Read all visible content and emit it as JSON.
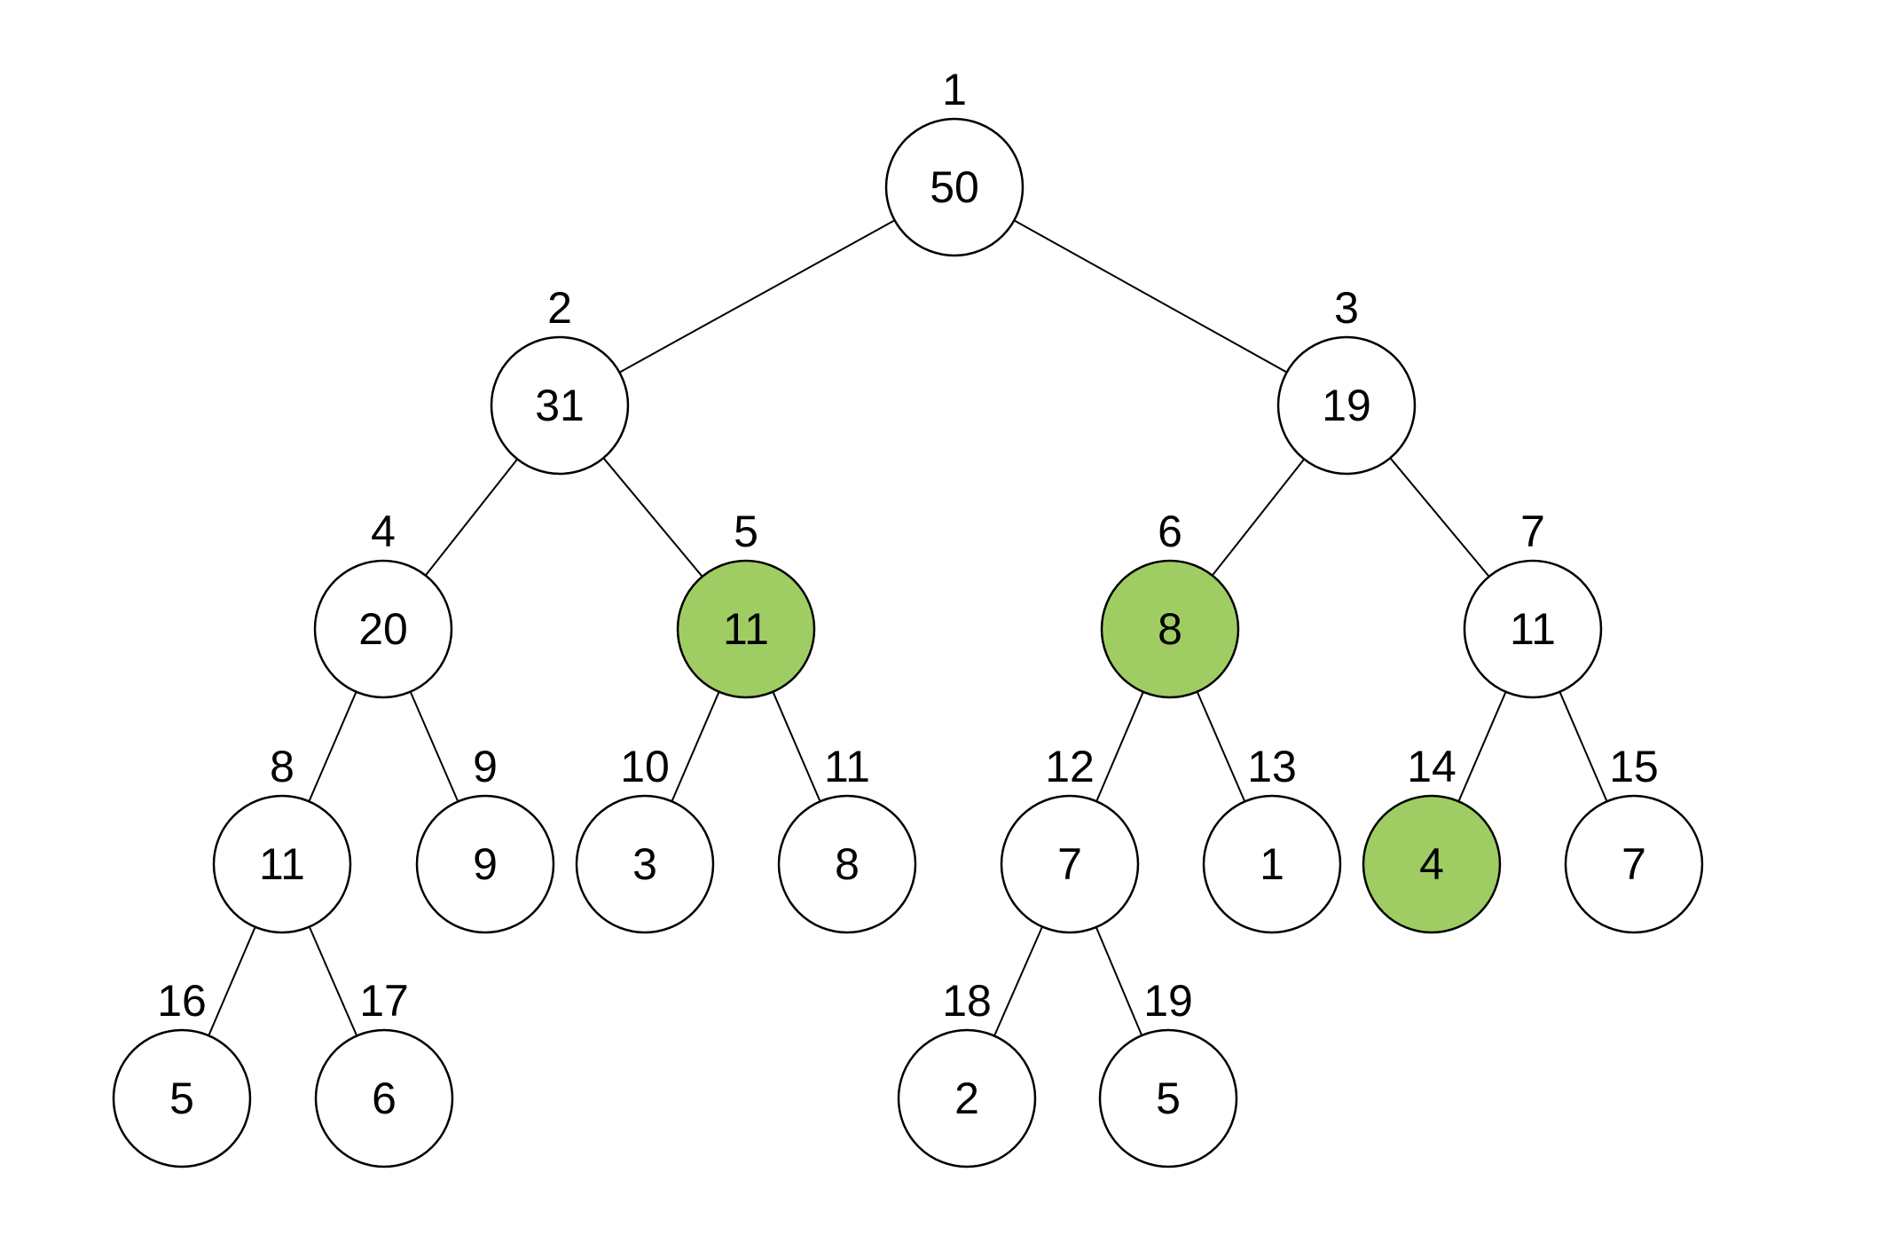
{
  "diagram": {
    "type": "binary-heap-tree",
    "colors": {
      "background": "#ffffff",
      "node_fill": "#ffffff",
      "highlight_fill": "#a0cd63",
      "stroke": "#000000"
    },
    "nodes": [
      {
        "index": "1",
        "value": "50",
        "highlighted": false
      },
      {
        "index": "2",
        "value": "31",
        "highlighted": false
      },
      {
        "index": "3",
        "value": "19",
        "highlighted": false
      },
      {
        "index": "4",
        "value": "20",
        "highlighted": false
      },
      {
        "index": "5",
        "value": "11",
        "highlighted": true
      },
      {
        "index": "6",
        "value": "8",
        "highlighted": true
      },
      {
        "index": "7",
        "value": "11",
        "highlighted": false
      },
      {
        "index": "8",
        "value": "11",
        "highlighted": false
      },
      {
        "index": "9",
        "value": "9",
        "highlighted": false
      },
      {
        "index": "10",
        "value": "3",
        "highlighted": false
      },
      {
        "index": "11",
        "value": "8",
        "highlighted": false
      },
      {
        "index": "12",
        "value": "7",
        "highlighted": false
      },
      {
        "index": "13",
        "value": "1",
        "highlighted": false
      },
      {
        "index": "14",
        "value": "4",
        "highlighted": true
      },
      {
        "index": "15",
        "value": "7",
        "highlighted": false
      },
      {
        "index": "16",
        "value": "5",
        "highlighted": false
      },
      {
        "index": "17",
        "value": "6",
        "highlighted": false
      },
      {
        "index": "18",
        "value": "2",
        "highlighted": false
      },
      {
        "index": "19",
        "value": "5",
        "highlighted": false
      }
    ],
    "edges": [
      [
        "1",
        "2"
      ],
      [
        "1",
        "3"
      ],
      [
        "2",
        "4"
      ],
      [
        "2",
        "5"
      ],
      [
        "3",
        "6"
      ],
      [
        "3",
        "7"
      ],
      [
        "4",
        "8"
      ],
      [
        "4",
        "9"
      ],
      [
        "5",
        "10"
      ],
      [
        "5",
        "11"
      ],
      [
        "6",
        "12"
      ],
      [
        "6",
        "13"
      ],
      [
        "7",
        "14"
      ],
      [
        "7",
        "15"
      ],
      [
        "8",
        "16"
      ],
      [
        "8",
        "17"
      ],
      [
        "12",
        "18"
      ],
      [
        "12",
        "19"
      ]
    ]
  }
}
